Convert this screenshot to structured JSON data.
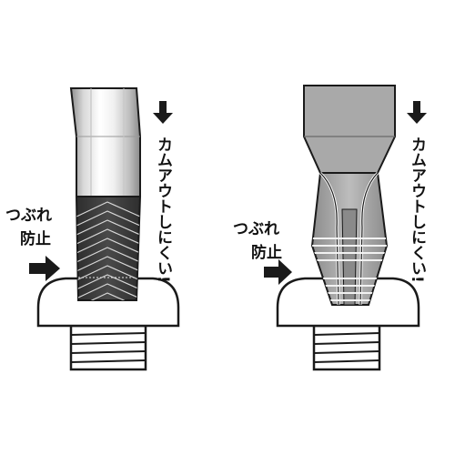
{
  "colors": {
    "outline": "#1a1a1a",
    "tip_dark": "#3a3a3a",
    "shaft_light": "#f4f4f4",
    "shaft_mid": "#cfcfcf",
    "shaft_grey": "#9a9a9a",
    "phillips_body": "#a8a8a8",
    "screw_head": "#ffffff"
  },
  "left_panel": {
    "label_line1": "つぶれ",
    "label_line2": "防止",
    "vertical_text": "カムアウトしにくい!",
    "arrow_icon": "right-arrow",
    "down_arrow_icon": "down-arrow"
  },
  "right_panel": {
    "label_line1": "つぶれ",
    "label_line2": "防止",
    "vertical_text": "カムアウトしにくい!",
    "arrow_icon": "right-arrow",
    "down_arrow_icon": "down-arrow"
  }
}
